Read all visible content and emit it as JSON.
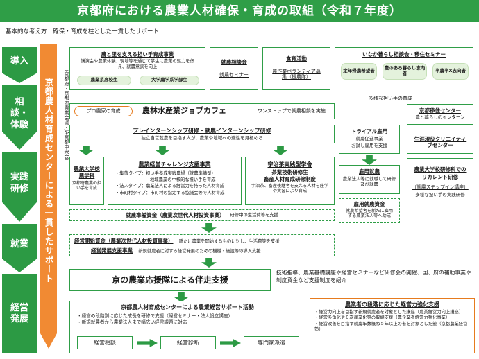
{
  "title": "京都府における農業人材確保・育成の取組（令和７年度）",
  "subtitle": "基本的な考え方　確保・育成を柱とした一貫したサポート",
  "stages": [
    "導入",
    "相談・体験",
    "実践研修",
    "就業",
    "経営発展"
  ],
  "spine": {
    "label": "京都農人材育成センターによる一貫したサポート",
    "note": "（京都府・京都府農業会議・JA京都中央会）"
  },
  "intro": {
    "ninaite": {
      "title": "農と里を支える担い手育成事業",
      "desc": "講演会や農業体験、現地等を通じて学生に農業の魅力を伝え、就農意欲を向上",
      "tags": [
        "農業系高校生",
        "大学農学系学部生"
      ]
    },
    "shuno_consult": {
      "title": "就農相談会",
      "sub": "就農セミナー"
    },
    "shokuiku": {
      "title": "食育活動",
      "sub": "農作業ボランティア募集（援農隊）"
    },
    "inaka": {
      "title": "いなか暮らし相談会・移住セミナー",
      "tags": [
        "定年帰農希望者",
        "農のある暮らし志向者",
        "半農半X志向者"
      ]
    }
  },
  "tayou_label": "多様な担い手の育成",
  "pro_label": "プロ農家の育成",
  "jobcafe": {
    "title": "農林水産業ジョブカフェ",
    "desc": "ワンストップで就農相談を実施"
  },
  "internship": {
    "title": "プレインターンシップ研修・就農インターンシップ研修",
    "desc": "独立自営就農を目指す人が、農業や地域への適性を見極める"
  },
  "trial": {
    "title": "トライアル雇用",
    "sub": "就農促進事業",
    "desc": "お試し雇用を支援"
  },
  "fukyu_center": {
    "title": "京都移住センター",
    "desc": "農と暮らしのインターン"
  },
  "shogai": {
    "title": "生涯現役クリエイティブセンター"
  },
  "daigakko": {
    "title": "農業大学校",
    "sub": "農学科",
    "desc": "京都府農業の担い手を育成"
  },
  "challenge": {
    "title": "農業経営チャレンジ支援事業",
    "items": [
      "・集落タイプ：担い手養成実践農場（就農準備型）",
      "地域農業の中核的な担い手を育成",
      "・法人タイプ：農業法人による経営力を持った人材育成",
      "・市町村タイプ：市町村の指定する協議会等で人材育成"
    ]
  },
  "uji": {
    "title": "宇治茶実践型学舎",
    "sub": "茶業技術研修生",
    "sub2": "畜産人材育成研修制度",
    "desc": "宇治茶、畜産後継者を支える人材を座学や実習により育成"
  },
  "koyo": {
    "title": "雇用就農",
    "desc": "農業法人等に就職して研修及び就農"
  },
  "koyo_shikin": {
    "title": "雇用就農資金",
    "desc": "就農希望者を新たに雇用する農業法人等へ助成"
  },
  "recurrent": {
    "title": "農業大学校研修科でのリカレント研修",
    "sub": "（就農ステップイン講座）",
    "desc": "多様な担い手の実践研修"
  },
  "junbi": {
    "title": "就農準備資金（農業次世代人材投資事業）",
    "desc": "研修中の生活費等を支援"
  },
  "kaishi": {
    "title": "経営開始資金（農業次世代人材投資事業）",
    "desc": "新たに農業を開始するものに対し、生活費等を支援"
  },
  "hatten": {
    "title": "経営発展支援事業",
    "desc": "新規就農者に対する経営発展のための機械・施設等の導入支援"
  },
  "ouen": {
    "title": "京の農業応援隊による伴走支援",
    "desc": "技術指導、農業基礎講座や経営セミナーなど研修会の開催、国、府の補助事業や制度資金など支援制度を紹介"
  },
  "center_support": {
    "title": "京都農人材育成センターによる農業経営サポート活動",
    "items": [
      "・経営の段階別に応じた成長を研修で支援（経営セミナー・法人設立講座）",
      "・新規就農者から農業法人まで幅広い経営課題に対応"
    ],
    "steps": [
      "経営相談",
      "経営診断",
      "専門家派遣"
    ]
  },
  "kyoka": {
    "title": "農業者の段階に応じた経営力強化支援",
    "items": [
      "・経営力向上を目指す新規就農者を対象とした講座（農業経営力向上講座）",
      "・経営多角化や６次産業化等の取組支援（農企業者経営力強化事業）",
      "・経営改善を目指す就農年数概ね５年以上の者を対象とした塾（京都農業経営塾）"
    ]
  },
  "colors": {
    "green": "#2f9e47",
    "stage": "#2c9a44",
    "orange": "#f18a33",
    "pill": "#e4f2dc"
  }
}
